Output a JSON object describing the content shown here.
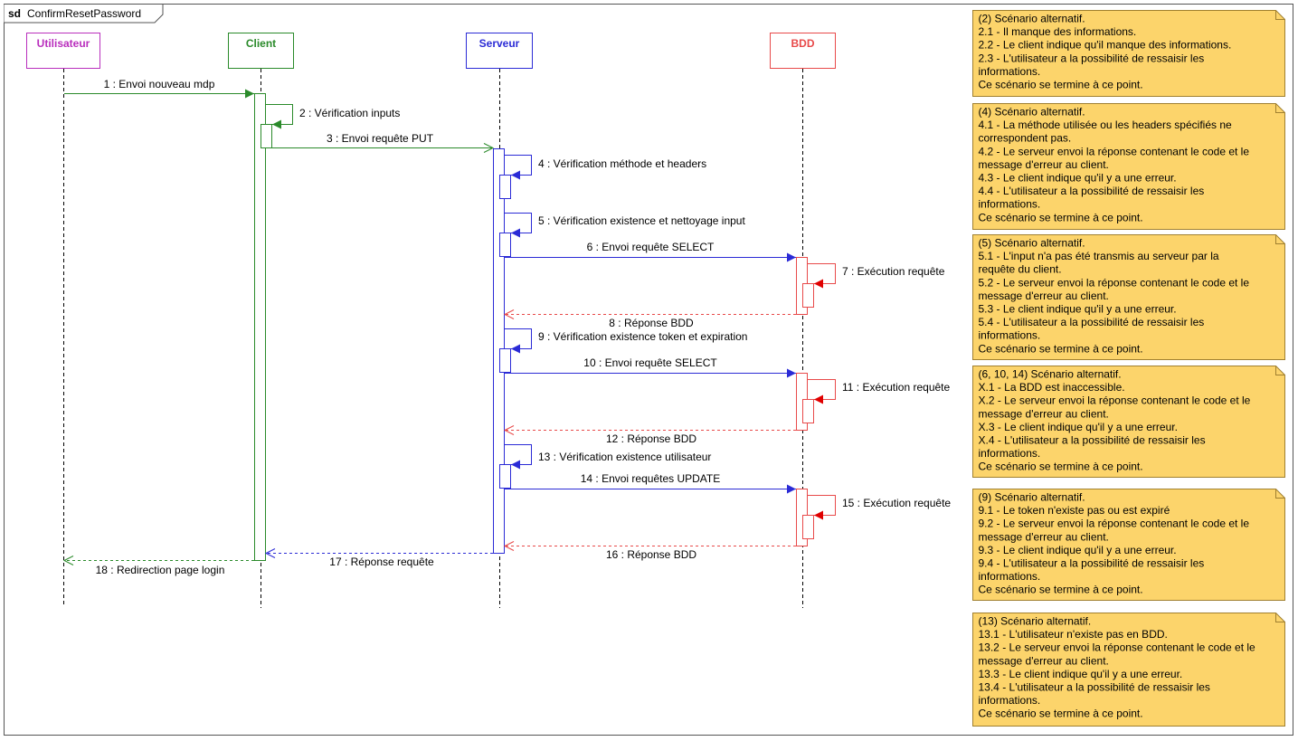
{
  "frame": {
    "keyword": "sd",
    "name": "ConfirmResetPassword"
  },
  "lifelines": [
    {
      "name": "Utilisateur",
      "color": "#b92fbd"
    },
    {
      "name": "Client",
      "color": "#2a8a2a"
    },
    {
      "name": "Serveur",
      "color": "#2b2bd6"
    },
    {
      "name": "BDD",
      "color": "#e84a4a"
    }
  ],
  "messages": [
    {
      "label": "1 : Envoi nouveau mdp",
      "from": "Utilisateur",
      "to": "Client",
      "kind": "sync"
    },
    {
      "label": "2 : Vérification inputs",
      "from": "Client",
      "to": "Client",
      "kind": "self"
    },
    {
      "label": "3 : Envoi requête PUT",
      "from": "Client",
      "to": "Serveur",
      "kind": "async"
    },
    {
      "label": "4 : Vérification méthode et headers",
      "from": "Serveur",
      "to": "Serveur",
      "kind": "self"
    },
    {
      "label": "5 : Vérification existence et nettoyage input",
      "from": "Serveur",
      "to": "Serveur",
      "kind": "self"
    },
    {
      "label": "6 : Envoi requête SELECT",
      "from": "Serveur",
      "to": "BDD",
      "kind": "sync"
    },
    {
      "label": "7 : Exécution requête",
      "from": "BDD",
      "to": "BDD",
      "kind": "self"
    },
    {
      "label": "8 : Réponse BDD",
      "from": "BDD",
      "to": "Serveur",
      "kind": "reply"
    },
    {
      "label": "9 : Vérification existence token et expiration",
      "from": "Serveur",
      "to": "Serveur",
      "kind": "self"
    },
    {
      "label": "10 : Envoi requête SELECT",
      "from": "Serveur",
      "to": "BDD",
      "kind": "sync"
    },
    {
      "label": "11 : Exécution requête",
      "from": "BDD",
      "to": "BDD",
      "kind": "self"
    },
    {
      "label": "12 : Réponse BDD",
      "from": "BDD",
      "to": "Serveur",
      "kind": "reply"
    },
    {
      "label": "13 : Vérification existence utilisateur",
      "from": "Serveur",
      "to": "Serveur",
      "kind": "self"
    },
    {
      "label": "14 : Envoi requêtes UPDATE",
      "from": "Serveur",
      "to": "BDD",
      "kind": "sync"
    },
    {
      "label": "15 : Exécution requête",
      "from": "BDD",
      "to": "BDD",
      "kind": "self"
    },
    {
      "label": "16 : Réponse BDD",
      "from": "BDD",
      "to": "Serveur",
      "kind": "reply"
    },
    {
      "label": "17 : Réponse requête",
      "from": "Serveur",
      "to": "Client",
      "kind": "reply"
    },
    {
      "label": "18 : Redirection page login",
      "from": "Client",
      "to": "Utilisateur",
      "kind": "reply"
    }
  ],
  "notes": [
    {
      "lines": [
        "(2) Scénario alternatif.",
        "2.1 - Il manque des informations.",
        "2.2 - Le client indique qu'il manque des informations.",
        "2.3 - L'utilisateur a la possibilité de ressaisir les",
        "informations.",
        "Ce scénario se termine à ce point."
      ]
    },
    {
      "lines": [
        "(4) Scénario alternatif.",
        "4.1 - La méthode utilisée ou les headers spécifiés ne",
        "correspondent pas.",
        "4.2 - Le serveur envoi la réponse contenant le code et le",
        "message d'erreur au client.",
        "4.3 - Le client indique qu'il y a une erreur.",
        "4.4 - L'utilisateur a la possibilité de ressaisir les",
        "informations.",
        "Ce scénario se termine à ce point."
      ]
    },
    {
      "lines": [
        "(5) Scénario alternatif.",
        "5.1 - L'input n'a pas été transmis au serveur par la",
        "requête du client.",
        "5.2 - Le serveur envoi la réponse contenant le code et le",
        "message d'erreur au client.",
        "5.3 - Le client indique qu'il y a une erreur.",
        "5.4 - L'utilisateur a la possibilité de ressaisir les",
        "informations.",
        "Ce scénario se termine à ce point."
      ]
    },
    {
      "lines": [
        "(6, 10, 14) Scénario alternatif.",
        "X.1 - La BDD est inaccessible.",
        "X.2 - Le serveur envoi la réponse contenant le code et le",
        "message d'erreur au client.",
        "X.3 - Le client indique qu'il y a une erreur.",
        "X.4 - L'utilisateur a la possibilité de ressaisir les",
        "informations.",
        "Ce scénario se termine à ce point."
      ]
    },
    {
      "lines": [
        "(9) Scénario alternatif.",
        "9.1 - Le token n'existe pas ou est expiré",
        "9.2 - Le serveur envoi la réponse contenant le code et le",
        "message d'erreur au client.",
        "9.3 - Le client indique qu'il y a une erreur.",
        "9.4 - L'utilisateur a la possibilité de ressaisir les",
        "informations.",
        "Ce scénario se termine à ce point."
      ]
    },
    {
      "lines": [
        "(13) Scénario alternatif.",
        "13.1 - L'utilisateur n'existe pas en BDD.",
        "13.2 - Le serveur envoi la réponse contenant le code et le",
        "message d'erreur au client.",
        "13.3 - Le client indique qu'il y a une erreur.",
        "13.4 - L'utilisateur a la possibilité de ressaisir les",
        "informations.",
        "Ce scénario se termine à ce point."
      ]
    }
  ],
  "note_style": {
    "fill": "#fcd46b",
    "stroke": "#a08030"
  }
}
